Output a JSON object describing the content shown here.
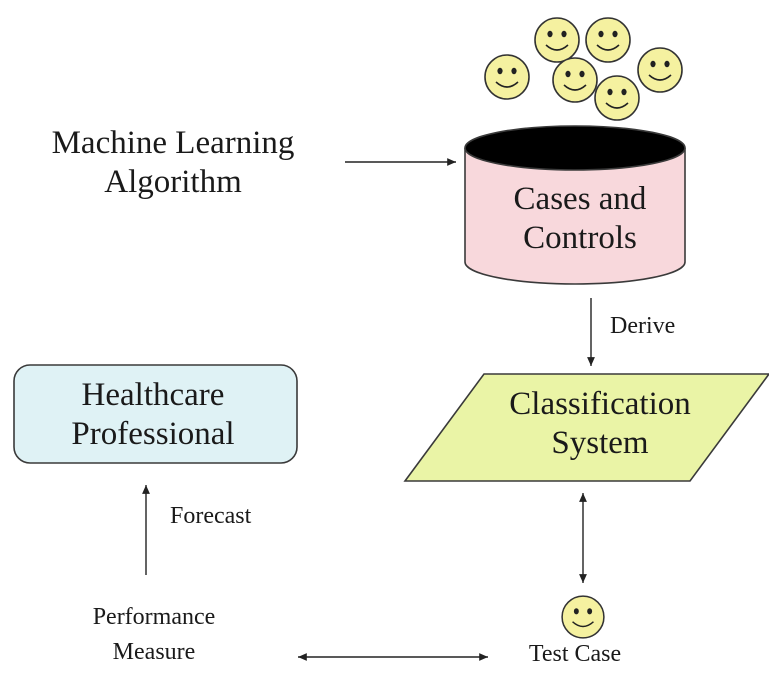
{
  "nodes": {
    "ml_line1": "Machine Learning",
    "ml_line2": "Algorithm",
    "cc_line1": "Cases and",
    "cc_line2": "Controls",
    "hp_line1": "Healthcare",
    "hp_line2": "Professional",
    "cs_line1": "Classification",
    "cs_line2": "System",
    "pm_line1": "Performance",
    "pm_line2": "Measure",
    "test_case": "Test Case"
  },
  "edges": {
    "derive": "Derive",
    "forecast": "Forecast"
  },
  "colors": {
    "cylinder_body": "#f8d8dc",
    "cylinder_top": "#000000",
    "box_fill": "#dff2f5",
    "parallelogram_fill": "#eaf4a6",
    "face_fill": "#f5f1a0",
    "stroke": "#3a3a3a"
  },
  "icons": [
    "smiley-face-icon"
  ]
}
